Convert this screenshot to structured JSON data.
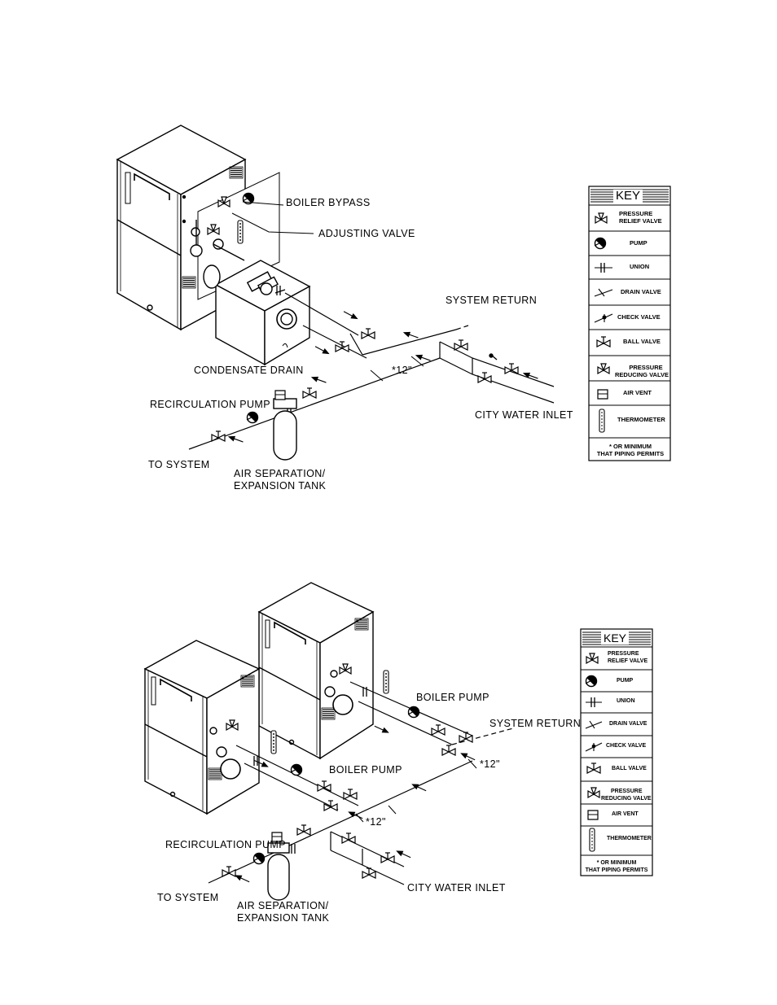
{
  "diagram1": {
    "labels": {
      "boiler_bypass": "BOILER BYPASS",
      "adjusting_valve": "ADJUSTING VALVE",
      "system_return": "SYSTEM RETURN",
      "condensate_drain": "CONDENSATE DRAIN",
      "dim_12": "*12\"",
      "recirculation_pump": "RECIRCULATION PUMP",
      "city_water_inlet": "CITY WATER INLET",
      "to_system": "TO SYSTEM",
      "air_sep_1": "AIR SEPARATION/",
      "air_sep_2": "EXPANSION TANK"
    }
  },
  "diagram2": {
    "labels": {
      "boiler_pump_upper": "BOILER PUMP",
      "system_return": "SYSTEM RETURN",
      "dim_12_upper": "*12\"",
      "boiler_pump_lower": "BOILER PUMP",
      "dim_12_lower": "*12\"",
      "recirculation_pump": "RECIRCULATION PUMP",
      "city_water_inlet": "CITY WATER INLET",
      "to_system": "TO SYSTEM",
      "air_sep_1": "AIR SEPARATION/",
      "air_sep_2": "EXPANSION TANK"
    }
  },
  "key": {
    "title": "KEY",
    "items": [
      {
        "line1": "PRESSURE",
        "line2": "RELIEF VALVE",
        "icon": "pressure-relief-valve-icon"
      },
      {
        "line1": "PUMP",
        "line2": "",
        "icon": "pump-icon"
      },
      {
        "line1": "UNION",
        "line2": "",
        "icon": "union-icon"
      },
      {
        "line1": "DRAIN VALVE",
        "line2": "",
        "icon": "drain-valve-icon"
      },
      {
        "line1": "CHECK VALVE",
        "line2": "",
        "icon": "check-valve-icon"
      },
      {
        "line1": "BALL VALVE",
        "line2": "",
        "icon": "ball-valve-icon"
      },
      {
        "line1": "PRESSURE",
        "line2": "REDUCING VALVE",
        "icon": "pressure-reducing-valve-icon"
      },
      {
        "line1": "AIR VENT",
        "line2": "",
        "icon": "air-vent-icon"
      },
      {
        "line1": "THERMOMETER",
        "line2": "",
        "icon": "thermometer-icon"
      }
    ],
    "footnote1": "* OR MINIMUM",
    "footnote2": "THAT PIPING PERMITS"
  }
}
